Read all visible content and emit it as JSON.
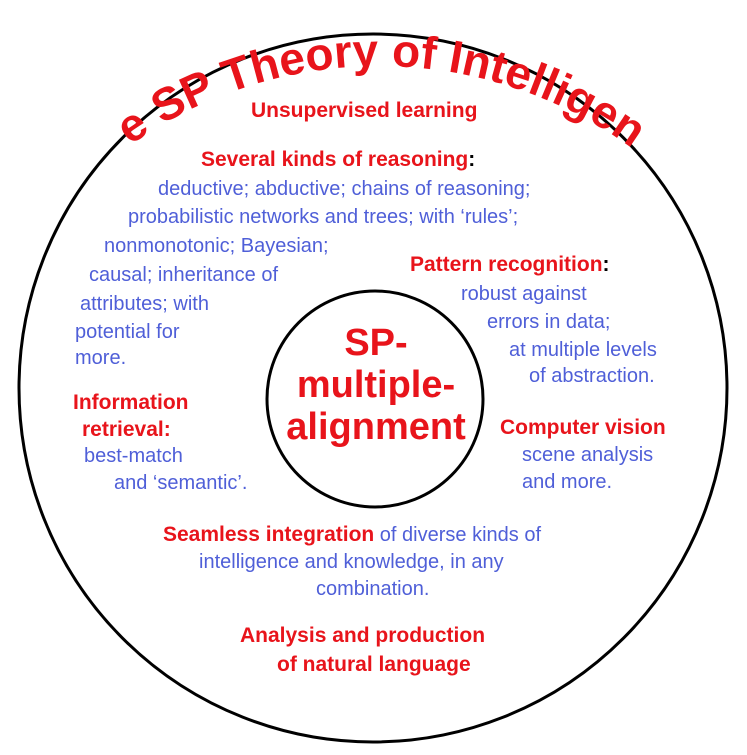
{
  "title": "The SP Theory of Intelligence",
  "colors": {
    "heading": "#e8141b",
    "detail": "#4f5fd8",
    "outline": "#000000",
    "background": "#ffffff"
  },
  "center": {
    "lines": [
      "SP-",
      "multiple-",
      "alignment"
    ]
  },
  "sections": {
    "unsupervised_learning": {
      "heading": "Unsupervised learning"
    },
    "reasoning": {
      "heading": "Several kinds of reasoning",
      "colon": ":",
      "lines": [
        "deductive; abductive; chains of reasoning;",
        "probabilistic networks and trees; with ‘rules’;",
        "nonmonotonic; Bayesian;",
        "causal; inheritance of",
        "attributes; with",
        "potential for",
        "more."
      ]
    },
    "pattern_recognition": {
      "heading": "Pattern recognition",
      "colon": ":",
      "lines": [
        "robust against",
        "errors in data;",
        "at multiple levels",
        "of abstraction."
      ]
    },
    "information_retrieval": {
      "heading_lines": [
        "Information",
        "retrieval:"
      ],
      "lines": [
        "best-match",
        "and ‘semantic’."
      ]
    },
    "computer_vision": {
      "heading": "Computer vision",
      "lines": [
        "scene analysis",
        "and more."
      ]
    },
    "integration": {
      "heading": "Seamless integration",
      "rest": " of diverse kinds of",
      "lines": [
        "intelligence and knowledge, in any",
        "combination."
      ]
    },
    "natural_language": {
      "heading_lines": [
        "Analysis and production",
        "of natural language"
      ]
    }
  }
}
